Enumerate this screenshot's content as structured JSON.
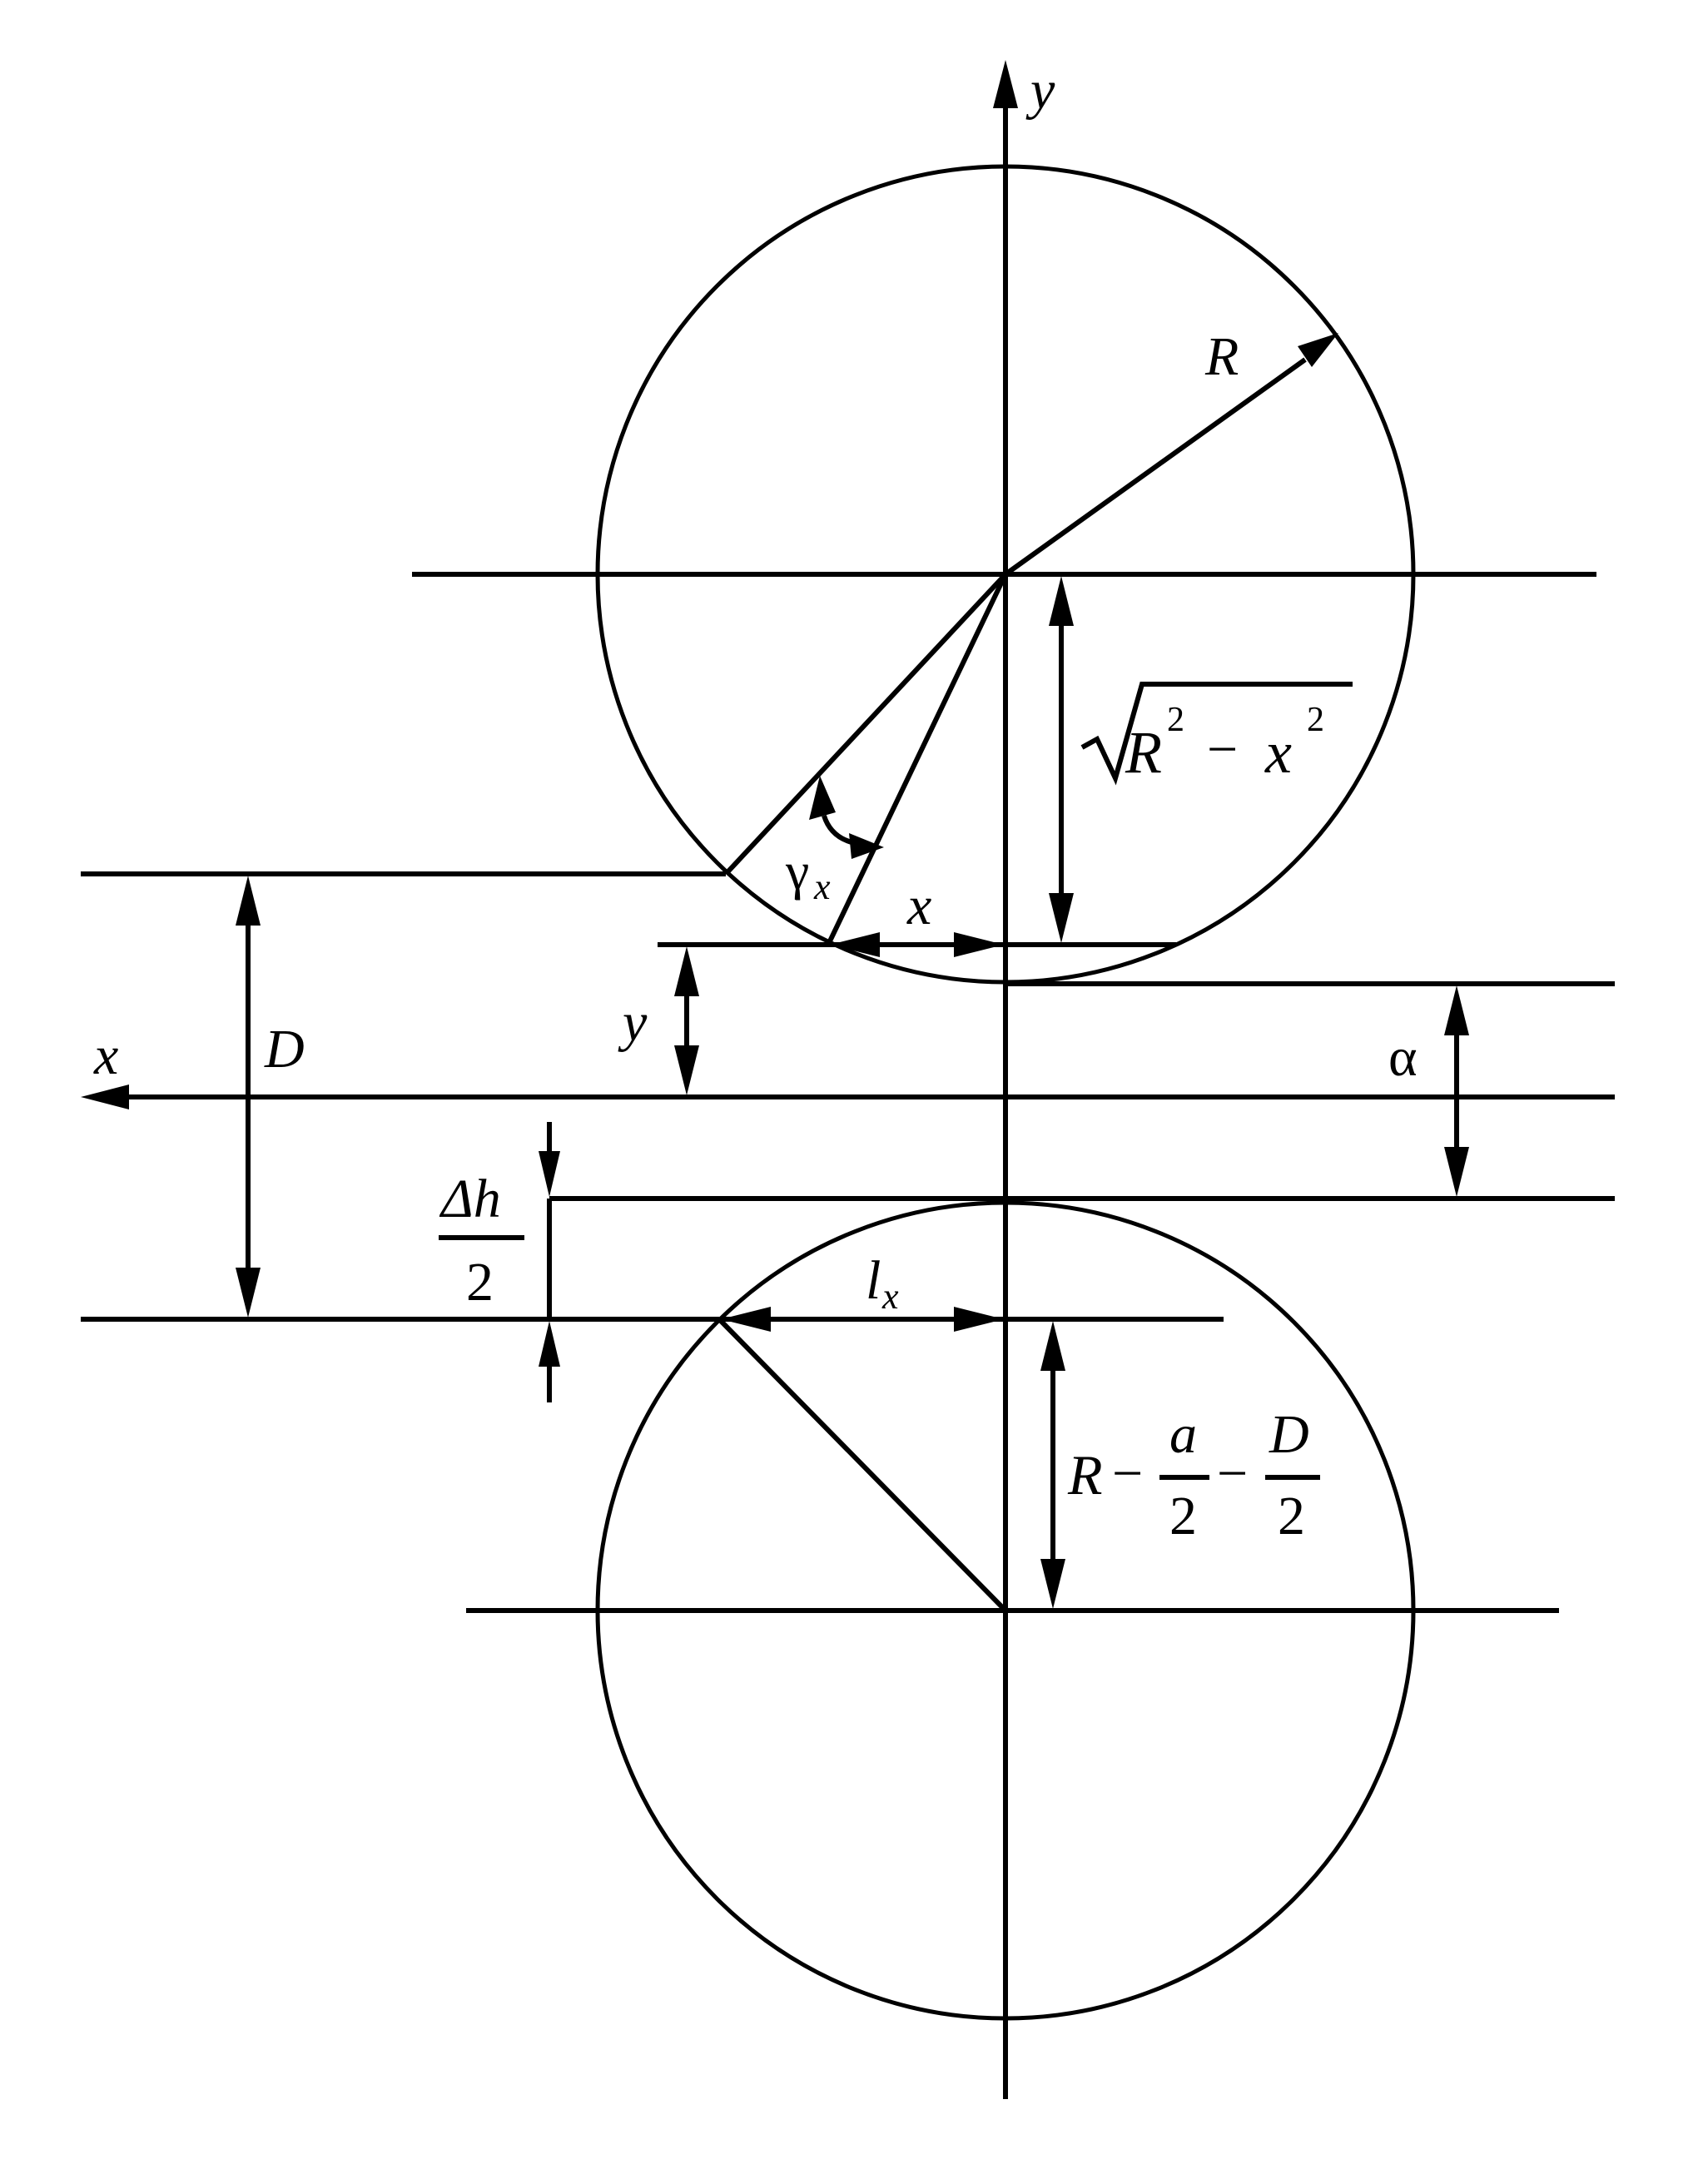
{
  "colors": {
    "stroke": "#000000",
    "background": "#ffffff"
  },
  "labels": {
    "y_axis": "y",
    "x_axis": "x",
    "radius": "R",
    "sqrt_base": "R",
    "sqrt_exp1": "2",
    "sqrt_minus": "−",
    "sqrt_var": "x",
    "sqrt_exp2": "2",
    "gamma": "γ",
    "gamma_sub": "x",
    "x_segment": "x",
    "y_segment": "y",
    "D": "D",
    "alpha": "α",
    "dh_numerator": "Δh",
    "dh_denominator": "2",
    "lx": "l",
    "lx_sub": "x",
    "bottom_R": "R",
    "bottom_minus1": "−",
    "bottom_a": "a",
    "bottom_a_den": "2",
    "bottom_minus2": "−",
    "bottom_D": "D",
    "bottom_D_den": "2"
  }
}
